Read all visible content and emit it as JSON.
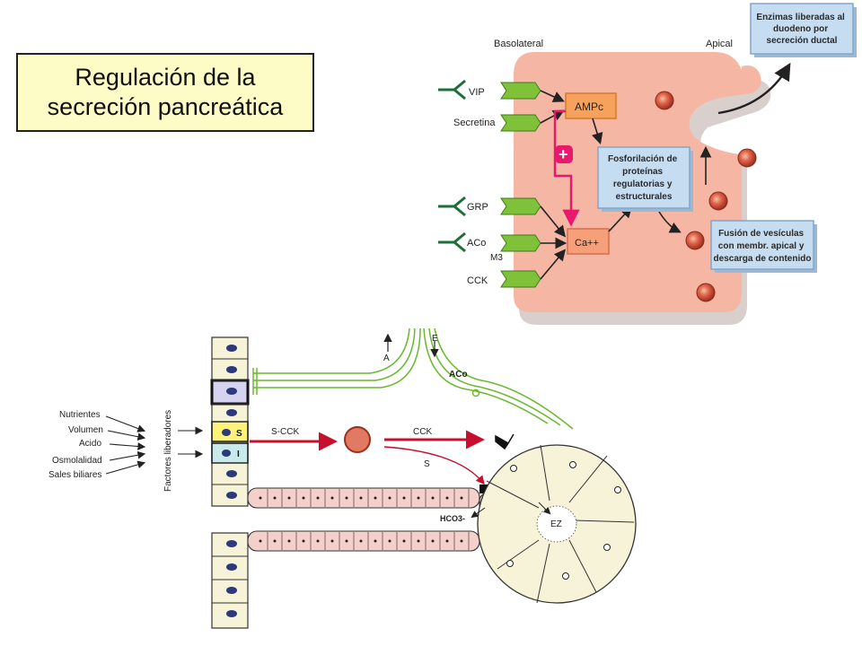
{
  "title": {
    "line1": "Regulación de la",
    "line2": "secreción pancreática"
  },
  "top_diagram": {
    "side_labels": {
      "basolateral": "Basolateral",
      "apical": "Apical"
    },
    "receptors": {
      "vip": "VIP",
      "secretina": "Secretina",
      "grp": "GRP",
      "aco": "ACo",
      "m3": "M3",
      "cck": "CCK"
    },
    "messengers": {
      "ampc": "AMPc",
      "ca": "Ca++"
    },
    "plus_sign": "+",
    "boxes": {
      "fosforilacion": [
        "Fosforilación de",
        "proteínas",
        "regulatorias y",
        "estructurales"
      ],
      "fusion": [
        "Fusión de vesículas",
        "con membr. apical y",
        "descarga de contenido"
      ],
      "enzimas": [
        "Enzimas liberadas al",
        "duodeno por",
        "secreción ductal"
      ]
    }
  },
  "bottom_diagram": {
    "stimuli": [
      "Nutrientes",
      "Volumen",
      "Acido",
      "Osmolalidad",
      "Sales biliares"
    ],
    "factores_label": "Factores liberadores",
    "cell_s": "S",
    "cell_i": "I",
    "s_cck": "S-CCK",
    "cck": "CCK",
    "s": "S",
    "a": "A",
    "e": "E",
    "aco": "ACo",
    "hco3": "HCO3-",
    "ez": "EZ"
  },
  "colors": {
    "cell_pink": "#f5b6a4",
    "green": "#6ab82c",
    "receptor_green": "#7fc23a",
    "box_blue": "#c6dcf0",
    "box_border": "#7fa7d0",
    "magenta": "#e8186e",
    "red_arrow": "#c8102e",
    "title_bg": "#fdfbc6"
  }
}
